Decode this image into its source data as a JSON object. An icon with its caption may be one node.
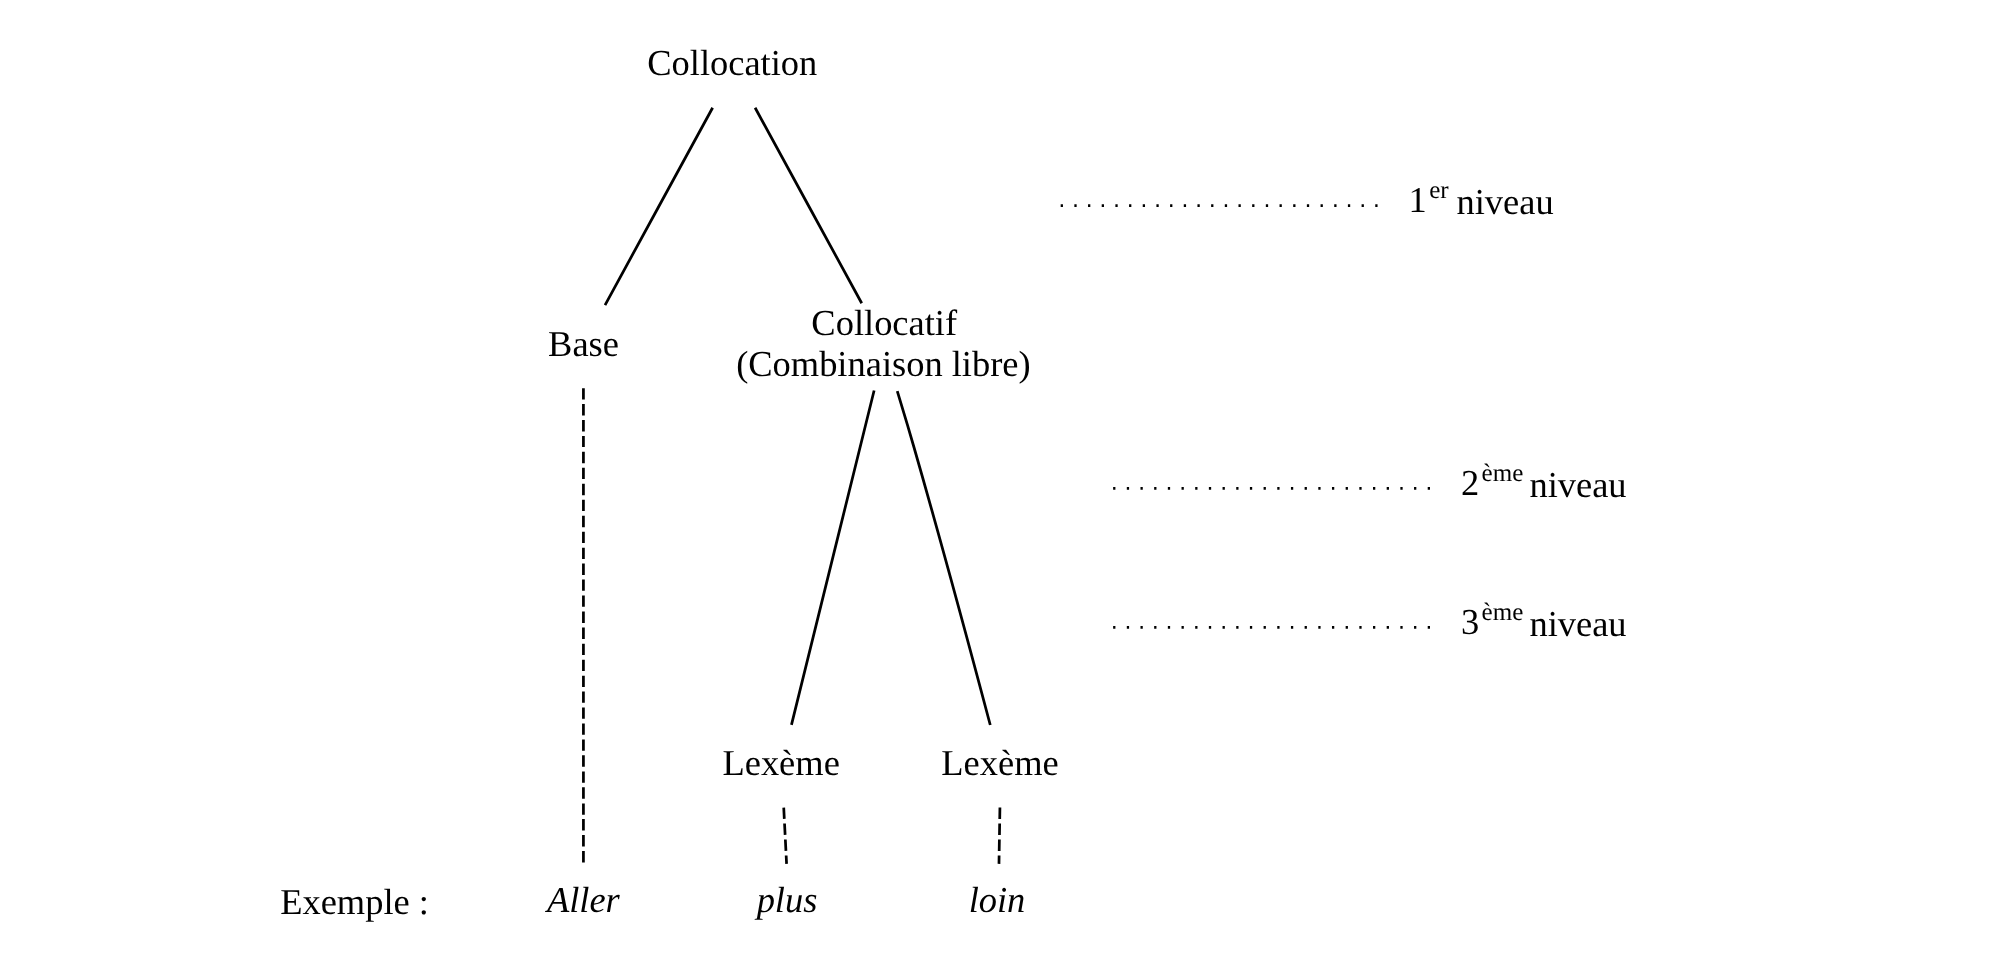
{
  "diagram": {
    "nodes": [
      {
        "text": [
          "Collocation"
        ]
      },
      {
        "text": [
          "Base"
        ]
      },
      {
        "text": [
          "Collocatif",
          "(Combinaison libre)"
        ]
      },
      {
        "text": [
          "Lexème"
        ]
      },
      {
        "text": [
          "Lexème"
        ]
      },
      {
        "text": [
          "Aller"
        ]
      },
      {
        "text": [
          "plus"
        ]
      },
      {
        "text": [
          "loin"
        ]
      },
      {
        "text": [
          "1$^{er}$ niveau"
        ]
      },
      {
        "text": [
          "2$^{ème}$ niveau"
        ]
      },
      {
        "text": [
          "3$^{ème}$ niveau"
        ]
      }
    ],
    "edges": [
      {
        "from": 0,
        "to": 1,
        "arrow": "none"
      },
      {
        "from": 0,
        "to": 2,
        "arrow": "none"
      },
      {
        "from": 2,
        "to": 3,
        "arrow": "none"
      },
      {
        "from": 2,
        "to": 4,
        "arrow": "none"
      },
      {
        "from": 1,
        "to": 5,
        "arrow": "none",
        "style": "dashed"
      },
      {
        "from": 3,
        "to": 6,
        "arrow": "none",
        "style": "dashed"
      },
      {
        "from": 4,
        "to": 7,
        "arrow": "none",
        "style": "dashed"
      },
      {
        "from": null,
        "to": 8,
        "arrow": "none",
        "style": "dashed"
      },
      {
        "from": null,
        "to": 9,
        "arrow": "none",
        "style": "dashed"
      },
      {
        "from": null,
        "to": 10,
        "arrow": "none",
        "style": "dashed"
      }
    ],
    "labels": [
      "Exemple :"
    ]
  }
}
